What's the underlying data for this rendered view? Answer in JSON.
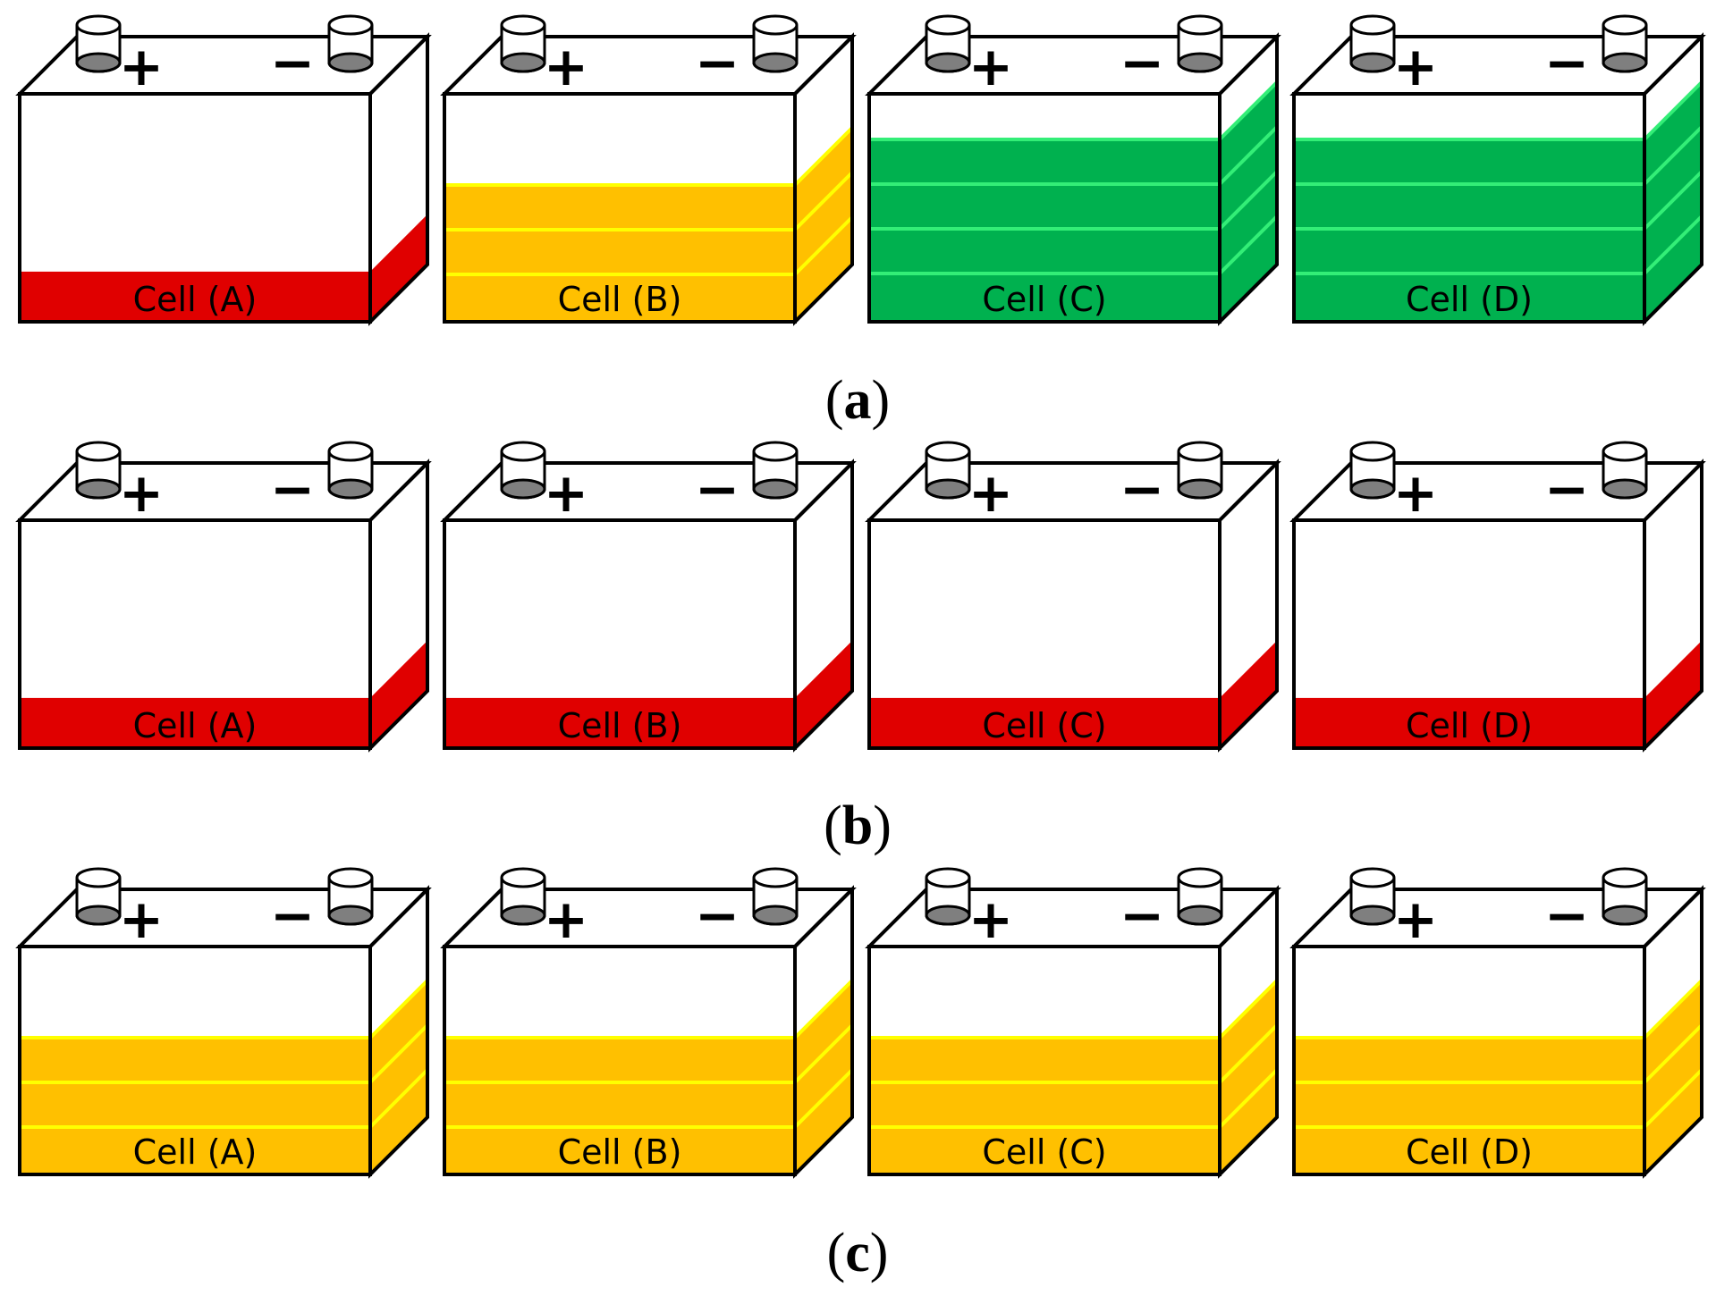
{
  "colors": {
    "empty": "#ffffff",
    "low": "#e00000",
    "mid": "#ffc000",
    "mid_stripe": "#ffff00",
    "high": "#00b14f",
    "high_stripe": "#33ee77",
    "outline": "#000000",
    "terminal_fill": "#ffffff",
    "terminal_top": "#7f7f7f"
  },
  "terminals": {
    "positive": "+",
    "negative": "−"
  },
  "panels": [
    {
      "caption": {
        "open": "(",
        "letter": "a",
        "close": ")"
      },
      "cells": [
        {
          "label": "Cell (A)",
          "level": "low",
          "charge_fraction": 0.22
        },
        {
          "label": "Cell (B)",
          "level": "mid",
          "charge_fraction": 0.6
        },
        {
          "label": "Cell (C)",
          "level": "high",
          "charge_fraction": 0.8
        },
        {
          "label": "Cell (D)",
          "level": "high",
          "charge_fraction": 0.8
        }
      ]
    },
    {
      "caption": {
        "open": "(",
        "letter": "b",
        "close": ")"
      },
      "cells": [
        {
          "label": "Cell (A)",
          "level": "low",
          "charge_fraction": 0.22
        },
        {
          "label": "Cell (B)",
          "level": "low",
          "charge_fraction": 0.22
        },
        {
          "label": "Cell (C)",
          "level": "low",
          "charge_fraction": 0.22
        },
        {
          "label": "Cell (D)",
          "level": "low",
          "charge_fraction": 0.22
        }
      ]
    },
    {
      "caption": {
        "open": "(",
        "letter": "c",
        "close": ")"
      },
      "cells": [
        {
          "label": "Cell (A)",
          "level": "mid",
          "charge_fraction": 0.6
        },
        {
          "label": "Cell (B)",
          "level": "mid",
          "charge_fraction": 0.6
        },
        {
          "label": "Cell (C)",
          "level": "mid",
          "charge_fraction": 0.6
        },
        {
          "label": "Cell (D)",
          "level": "mid",
          "charge_fraction": 0.6
        }
      ]
    }
  ]
}
